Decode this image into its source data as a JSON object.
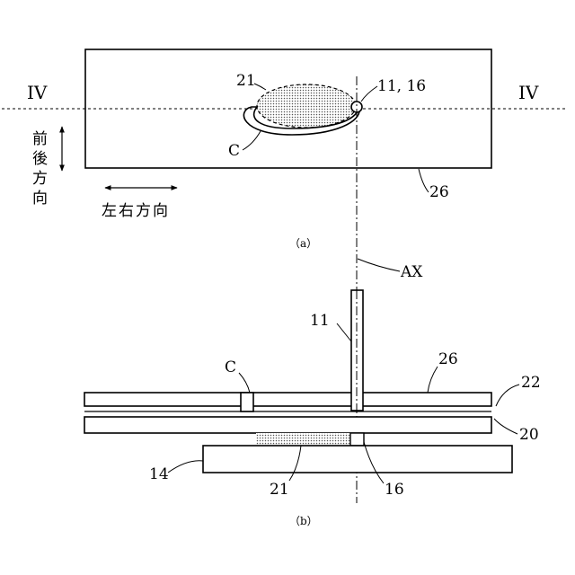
{
  "figure_a": {
    "caption": "（a）",
    "labels": {
      "section_left": "IV",
      "section_right": "IV",
      "ref_21": "21",
      "ref_11_16": "11, 16",
      "ref_c": "C",
      "ref_26": "26",
      "front_back_chars": [
        "前",
        "後",
        "方",
        "向"
      ],
      "left_right_direction": "左右方向"
    }
  },
  "figure_b": {
    "caption": "（b）",
    "labels": {
      "axis": "AX",
      "ref_11": "11",
      "ref_c": "C",
      "ref_26": "26",
      "ref_22": "22",
      "ref_20": "20",
      "ref_14": "14",
      "ref_21": "21",
      "ref_16": "16"
    }
  },
  "colors": {
    "line": "#000000",
    "dot_fill": "#d8d8d8",
    "background": "#ffffff"
  }
}
